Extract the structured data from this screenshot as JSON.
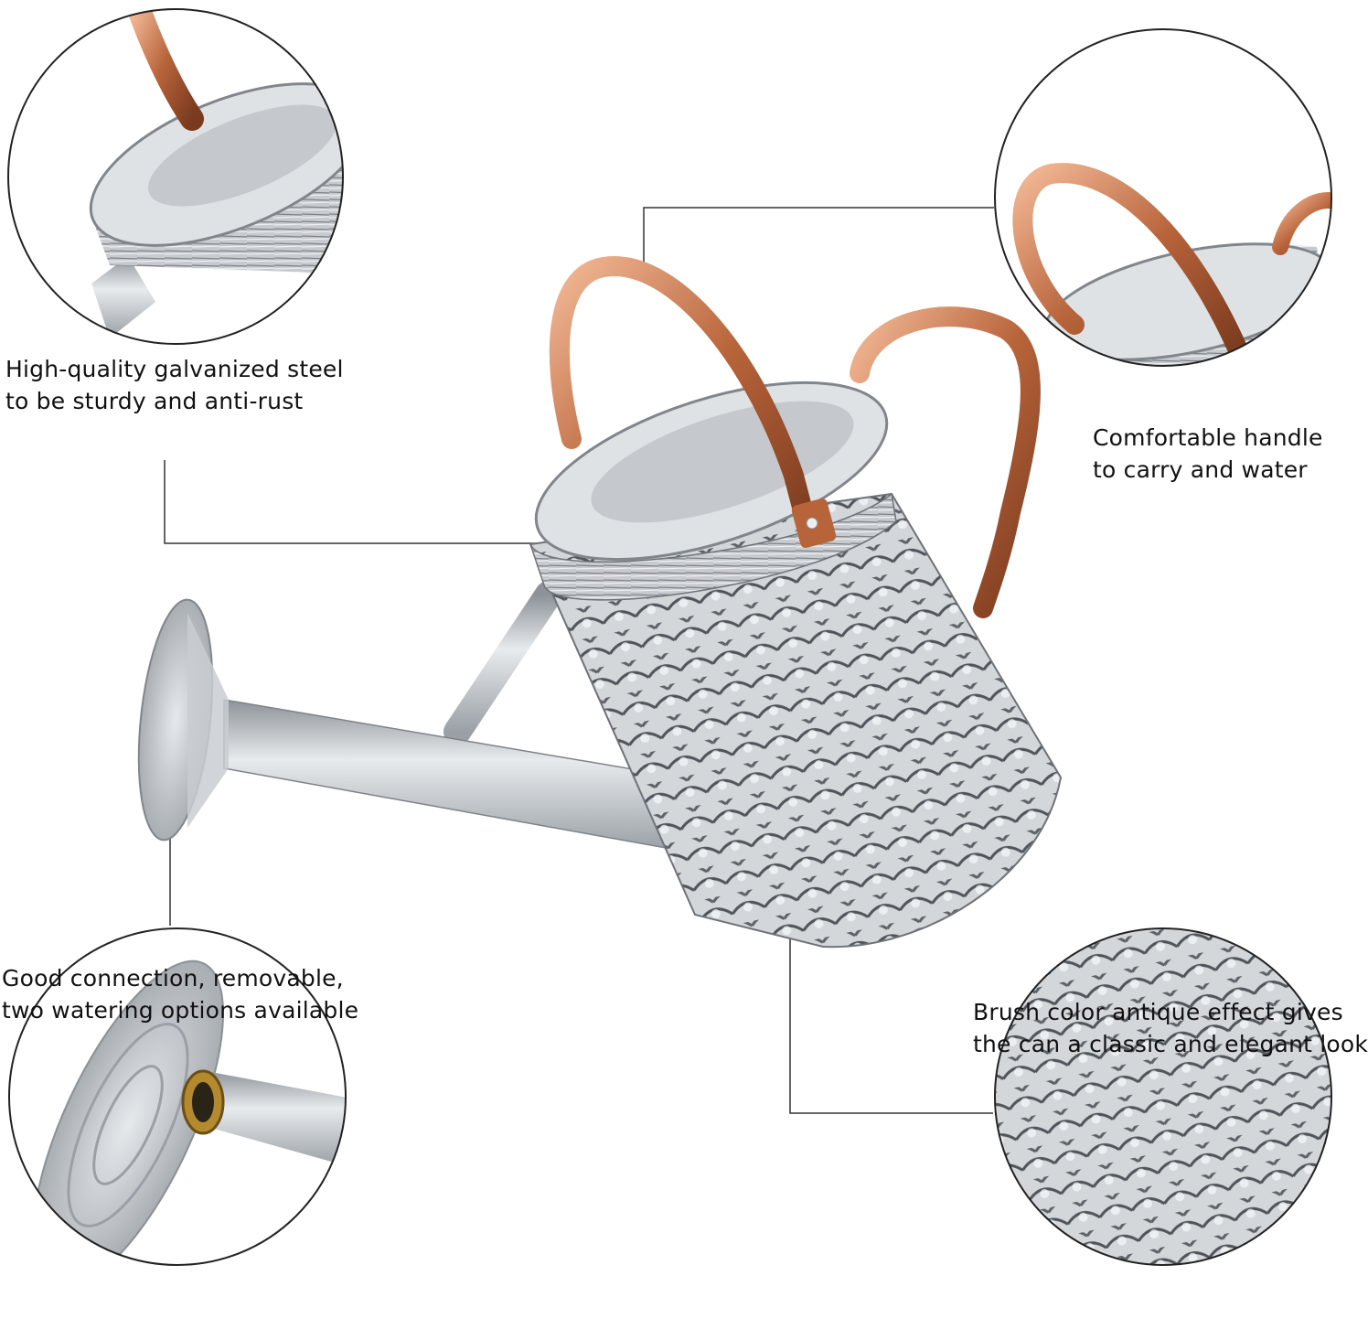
{
  "features": [
    {
      "id": "steel",
      "lines": [
        "High-quality galvanized steel",
        "to be sturdy and anti-rust"
      ]
    },
    {
      "id": "handle",
      "lines": [
        "Comfortable handle",
        "to carry and water"
      ]
    },
    {
      "id": "spout",
      "lines": [
        "Good connection, removable,",
        "two watering options available"
      ]
    },
    {
      "id": "finish",
      "lines": [
        "Brush color antique effect gives",
        "the can a classic and elegant look"
      ]
    }
  ],
  "colors": {
    "copper": "#b8643a",
    "copper_light": "#e9a882",
    "steel": "#c9cdd1",
    "steel_dark": "#6d7378",
    "steel_light": "#eef0f2",
    "leader_line": "#333333",
    "brass": "#b58a2e"
  }
}
